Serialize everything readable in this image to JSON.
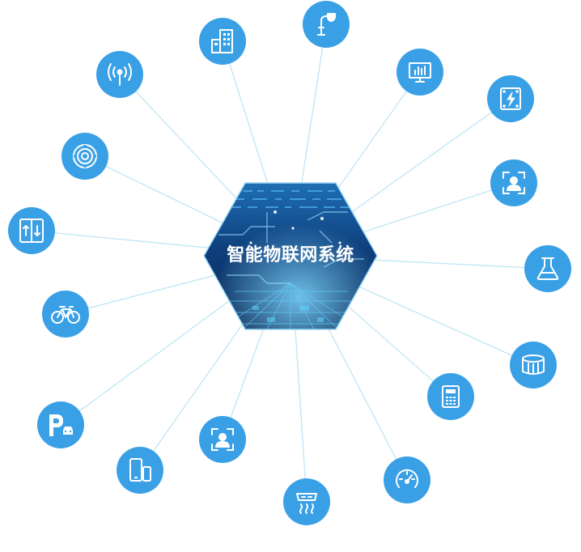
{
  "center": {
    "title": "智能物联网系统"
  },
  "colors": {
    "node_fill": "#3aa0e6",
    "line": "#bfe6f5",
    "hex_dark": "#0c2a56",
    "hex_mid": "#1f6fb5",
    "hex_light": "#5cc7f5"
  },
  "nodes": [
    {
      "id": "streetlight",
      "icon": "street-light-icon"
    },
    {
      "id": "monitor",
      "icon": "monitor-chart-icon"
    },
    {
      "id": "power-cabinet",
      "icon": "power-cabinet-icon"
    },
    {
      "id": "face-recognition-right",
      "icon": "face-recognition-icon"
    },
    {
      "id": "lab",
      "icon": "flask-icon"
    },
    {
      "id": "tank",
      "icon": "water-tank-icon"
    },
    {
      "id": "calculator",
      "icon": "calculator-icon"
    },
    {
      "id": "gauge",
      "icon": "speedometer-icon"
    },
    {
      "id": "sprinkler",
      "icon": "sprinkler-icon"
    },
    {
      "id": "face-recognition-bottom",
      "icon": "face-recognition-icon"
    },
    {
      "id": "devices",
      "icon": "mobile-devices-icon"
    },
    {
      "id": "parking",
      "icon": "parking-icon"
    },
    {
      "id": "bike",
      "icon": "bicycle-icon"
    },
    {
      "id": "elevator",
      "icon": "elevator-icon"
    },
    {
      "id": "target",
      "icon": "target-icon"
    },
    {
      "id": "wireless",
      "icon": "wireless-antenna-icon"
    },
    {
      "id": "building",
      "icon": "building-icon"
    }
  ]
}
